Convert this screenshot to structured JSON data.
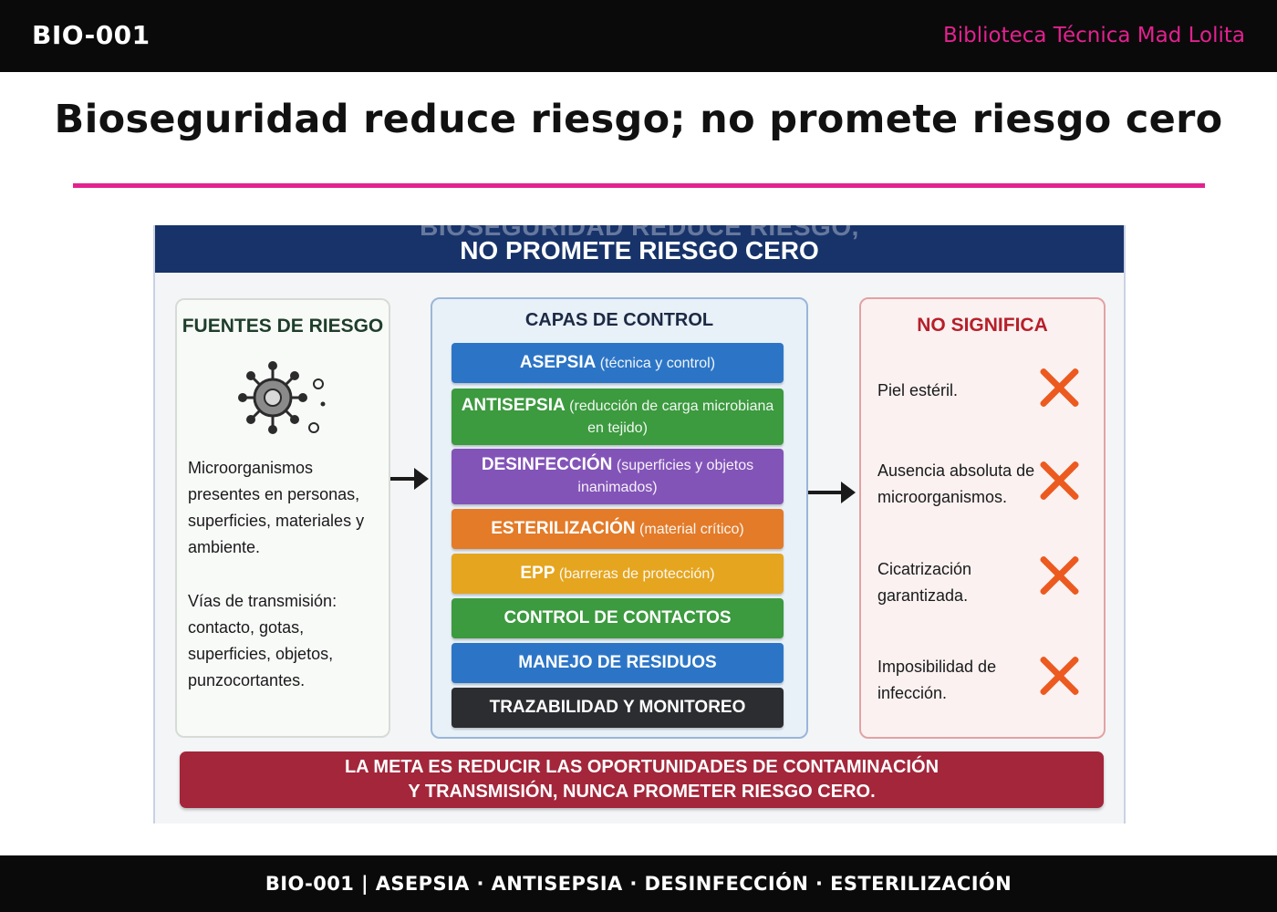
{
  "header": {
    "code": "BIO-001",
    "library": "Biblioteca Técnica Mad Lolita"
  },
  "title": "Bioseguridad reduce riesgo; no promete riesgo cero",
  "colors": {
    "accent": "#e3218f",
    "bar": "#0a0a0a",
    "banner": "#17336a",
    "goal": "#a3263a",
    "x_mark": "#ec5a1f"
  },
  "infographic": {
    "banner_faded": "BIOSEGURIDAD REDUCE RIESGO,",
    "banner": "NO PROMETE RIESGO CERO",
    "sources": {
      "heading": "FUENTES DE RIESGO",
      "icon": "virus-icon",
      "text1": "Microorganismos presentes en personas, superficies, materiales y ambiente.",
      "text2": "Vías de transmisión: contacto, gotas, superficies, objetos, punzocortantes."
    },
    "layers": {
      "heading": "CAPAS DE CONTROL",
      "items": [
        {
          "name": "ASEPSIA",
          "desc": "(técnica y control)",
          "color": "#2c75c6"
        },
        {
          "name": "ANTISEPSIA",
          "desc": "(reducción de carga microbiana en tejido)",
          "color": "#3c9a3f"
        },
        {
          "name": "DESINFECCIÓN",
          "desc": "(superficies y objetos inanimados)",
          "color": "#8354b8"
        },
        {
          "name": "ESTERILIZACIÓN",
          "desc": "(material crítico)",
          "color": "#e37b29"
        },
        {
          "name": "EPP",
          "desc": "(barreras de protección)",
          "color": "#e5a51f"
        },
        {
          "name": "CONTROL DE CONTACTOS",
          "desc": "",
          "color": "#3c9a3f"
        },
        {
          "name": "MANEJO DE RESIDUOS",
          "desc": "",
          "color": "#2c75c6"
        },
        {
          "name": "TRAZABILIDAD Y MONITOREO",
          "desc": "",
          "color": "#2b2d31"
        }
      ]
    },
    "not_meaning": {
      "heading": "NO SIGNIFICA",
      "items": [
        "Piel estéril.",
        "Ausencia absoluta de microorganismos.",
        "Cicatrización garantizada.",
        "Imposibilidad de infección."
      ]
    },
    "goal": {
      "line1": "LA META ES REDUCIR LAS OPORTUNIDADES DE CONTAMINACIÓN",
      "line2": "Y TRANSMISIÓN, NUNCA PROMETER RIESGO CERO."
    }
  },
  "footer": "BIO-001 | ASEPSIA · ANTISEPSIA · DESINFECCIÓN · ESTERILIZACIÓN"
}
